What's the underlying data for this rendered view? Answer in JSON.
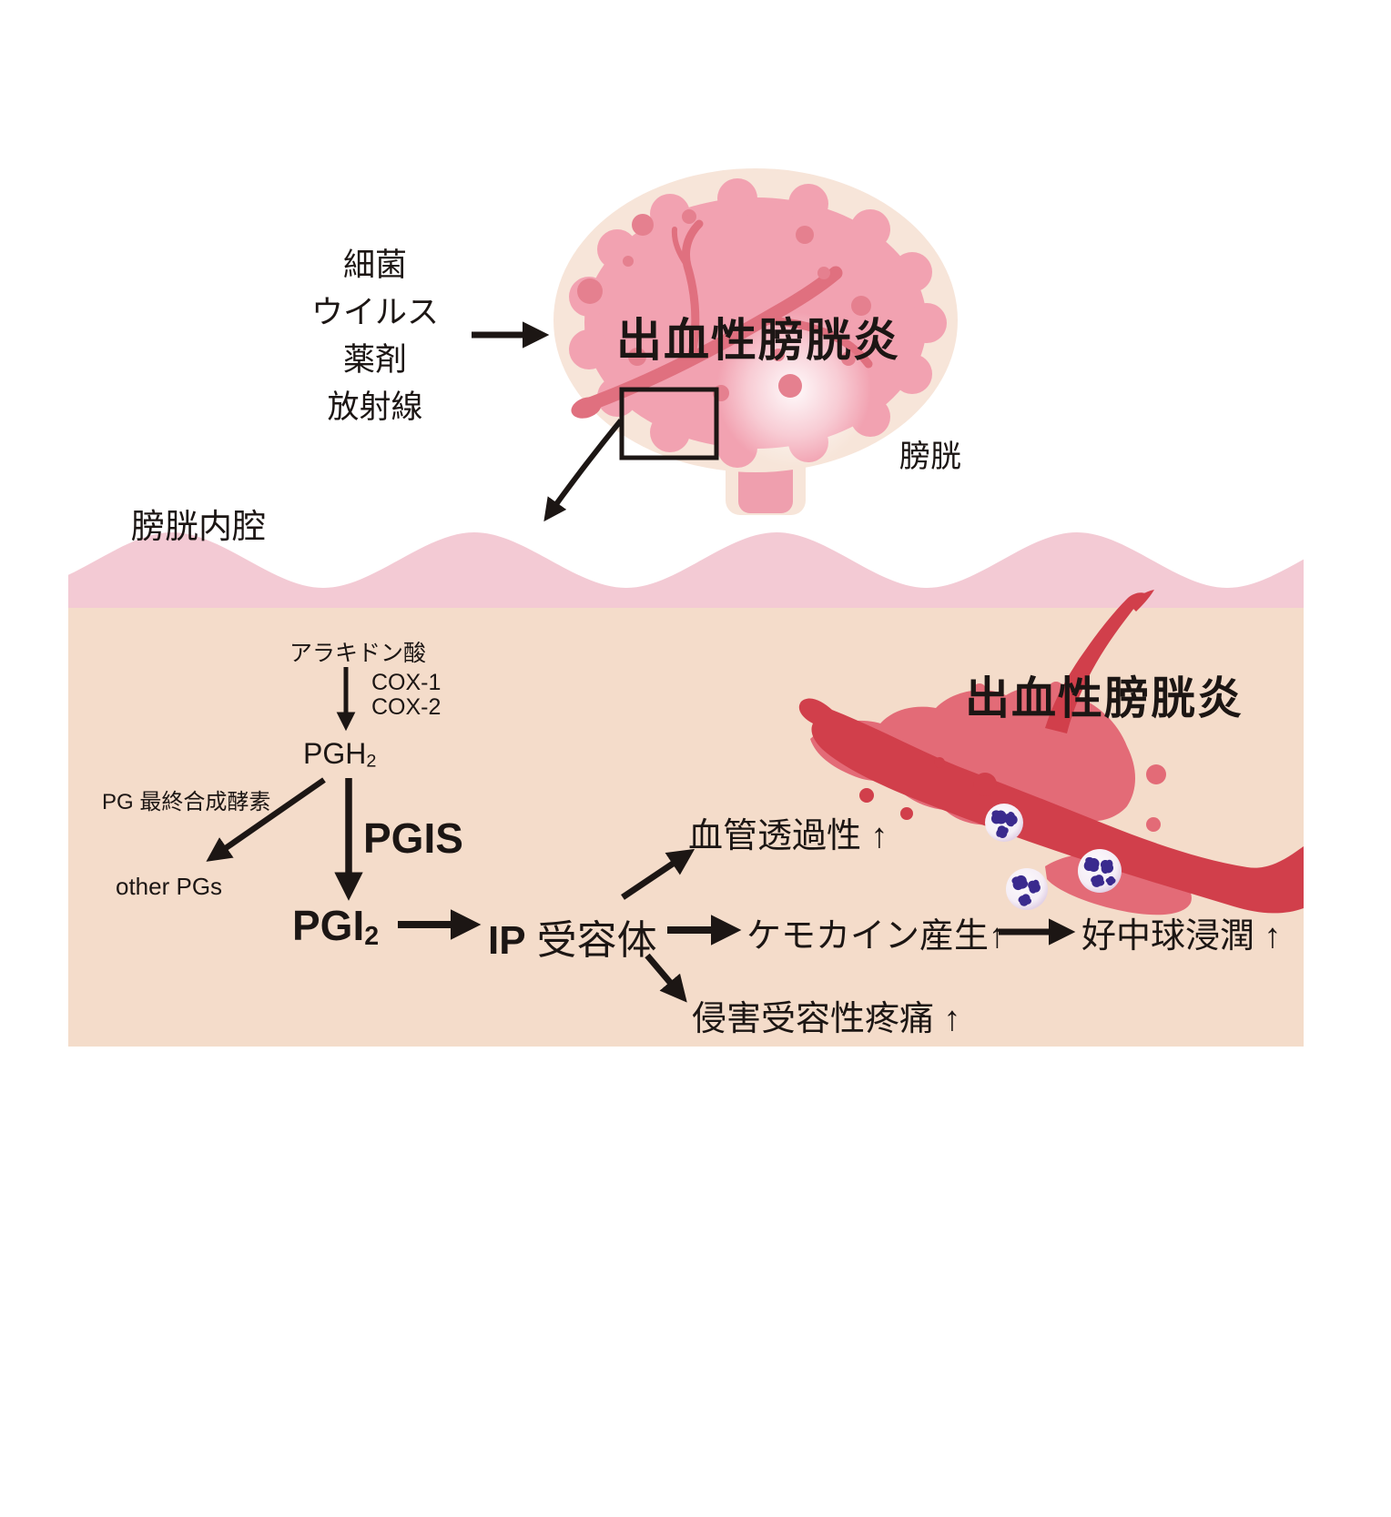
{
  "causes": [
    "細菌",
    "ウイルス",
    "薬剤",
    "放射線"
  ],
  "bladder": {
    "title": "出血性膀胱炎",
    "organ_label": "膀胱",
    "lumen_label": "膀胱内腔"
  },
  "panel": {
    "title": "出血性膀胱炎",
    "arachidonic_acid": "アラキドン酸",
    "cox1": "COX-1",
    "cox2": "COX-2",
    "pgh": "PGH",
    "pgh_sub": "2",
    "pg_synthase": "PG 最終合成酵素",
    "other_pgs": "other PGs",
    "pgis": "PGIS",
    "pgi": "PGI",
    "pgi_sub": "2",
    "ip": "IP",
    "ip_receptor": "受容体",
    "effects": {
      "vascular": "血管透過性 ↑",
      "chemokine": "ケモカイン産生↑",
      "neutrophil": "好中球浸潤 ↑",
      "pain": "侵害受容性疼痛 ↑"
    }
  },
  "colors": {
    "bladder_outer": "#f7e5d9",
    "bladder_inner": "#f2a2b1",
    "bladder_spot": "#e5808f",
    "bladder_vessel": "#e0707f",
    "mucosa_band": "#f3cad4",
    "tissue": "#f4dcca",
    "vessel_dark": "#d13f4b",
    "vessel_light": "#e36b77",
    "neutrophil_body": "#f7f0f8",
    "neutrophil_nucleus": "#3a2a8e",
    "ink": "#1c1614"
  }
}
